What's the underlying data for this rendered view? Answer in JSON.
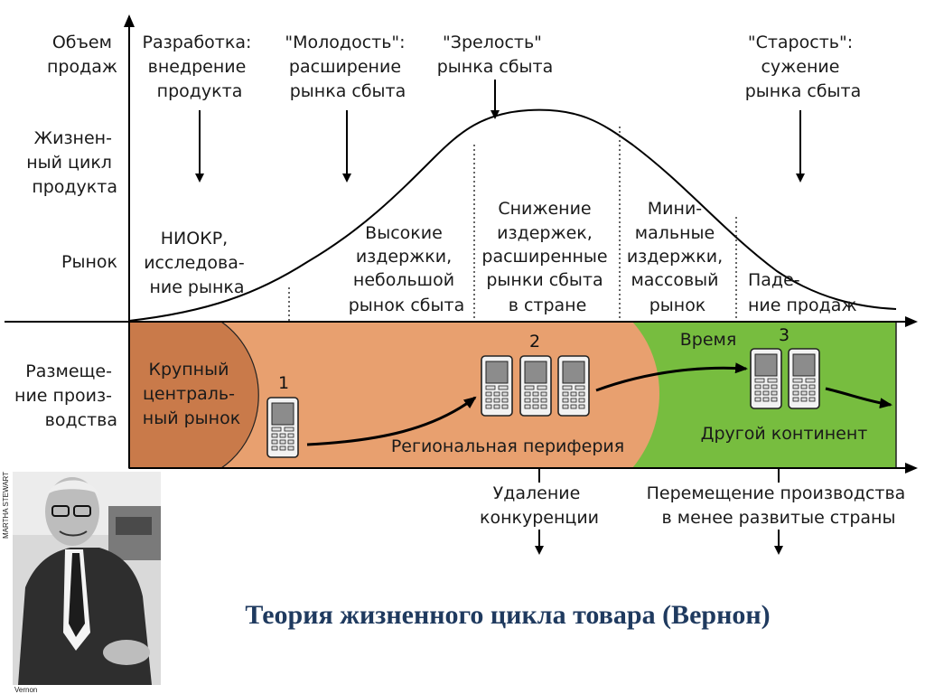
{
  "left_labels": {
    "sales": [
      "Объем",
      "продаж"
    ],
    "lifecycle": [
      "Жизнен-",
      "ный цикл",
      "продукта"
    ],
    "market": [
      "Рынок"
    ],
    "placement": [
      "Размеще-",
      "ние произ-",
      "водства"
    ]
  },
  "stages": {
    "development": [
      "Разработка:",
      "внедрение",
      "продукта"
    ],
    "youth": [
      "\"Молодость\":",
      "расширение",
      "рынка сбыта"
    ],
    "maturity": [
      "\"Зрелость\"",
      "рынка сбыта"
    ],
    "old_age": [
      "\"Старость\":",
      "сужение",
      "рынка сбыта"
    ]
  },
  "market_phases": {
    "rnd": [
      "НИОКР,",
      "исследова-",
      "ние рынка"
    ],
    "high_costs": [
      "Высокие",
      "издержки,",
      "небольшой",
      "рынок сбыта"
    ],
    "lower_costs": [
      "Снижение",
      "издержек,",
      "расширенные",
      "рынки сбыта",
      "в стране"
    ],
    "min_costs": [
      "Мини-",
      "мальные",
      "издержки,",
      "массовый",
      "рынок"
    ],
    "decline": [
      "Паде-",
      "ние продаж"
    ]
  },
  "production": {
    "central": [
      "Крупный",
      "централь-",
      "ный рынок"
    ],
    "regional": "Региональная периферия",
    "continent": "Другой континент",
    "time": "Время",
    "step1": "1",
    "step2": "2",
    "step3": "3"
  },
  "bottom_notes": {
    "competition": [
      "Удаление",
      "конкуренции"
    ],
    "relocation": [
      "Перемещение производства",
      "в менее развитые страны"
    ]
  },
  "title": "Теория жизненного цикла товара (Вернон)",
  "photo": {
    "credit_vertical": "MARTHA STEWART",
    "caption": "Vernon"
  },
  "colors": {
    "central": "#c97a4a",
    "regional": "#e8a06f",
    "continent": "#77bd3f",
    "title": "#1f3a5f"
  }
}
